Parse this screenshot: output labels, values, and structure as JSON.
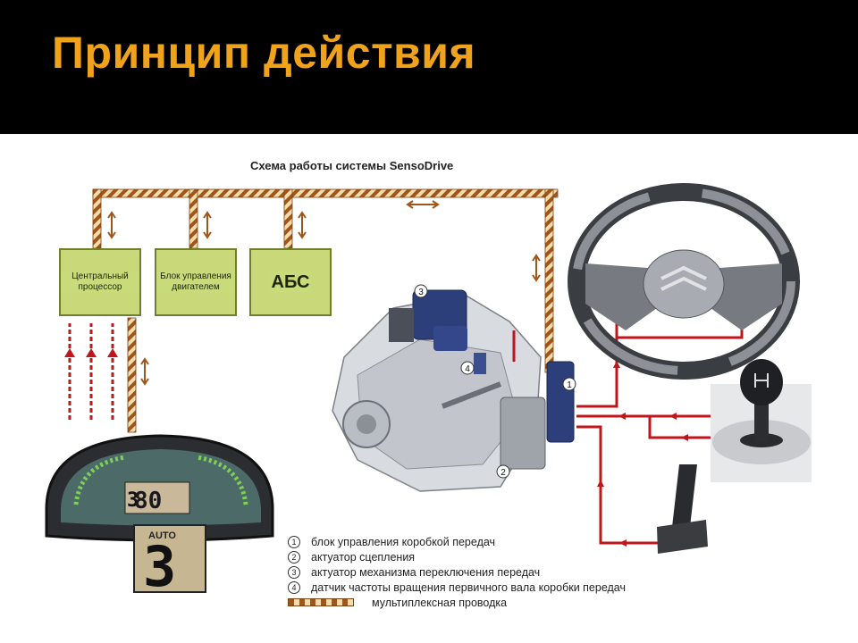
{
  "slide": {
    "title": "Принцип действия"
  },
  "diagram": {
    "title": "Схема работы системы SensoDrive",
    "ecus": [
      {
        "label": "Центральный процессор"
      },
      {
        "label": "Блок управления двигателем"
      },
      {
        "label": "АБС"
      }
    ],
    "callouts": [
      "1",
      "2",
      "3",
      "4"
    ],
    "dashboard": {
      "speed": "80",
      "gear_small": "3",
      "auto_label": "AUTO",
      "gear_big": "3"
    }
  },
  "legend": {
    "items": [
      {
        "num": "1",
        "text": "блок управления коробкой передач"
      },
      {
        "num": "2",
        "text": "актуатор сцепления"
      },
      {
        "num": "3",
        "text": "актуатор механизма переключения передач"
      },
      {
        "num": "4",
        "text": "датчик частоты вращения первичного вала коробки передач"
      }
    ],
    "wiring_text": "мультиплексная проводка"
  },
  "colors": {
    "header_bg": "#000000",
    "title": "#f0a31a",
    "ecu_fill": "#c9d97a",
    "wire_red": "#c0161b",
    "multiplex_brown": "#a0561a"
  }
}
